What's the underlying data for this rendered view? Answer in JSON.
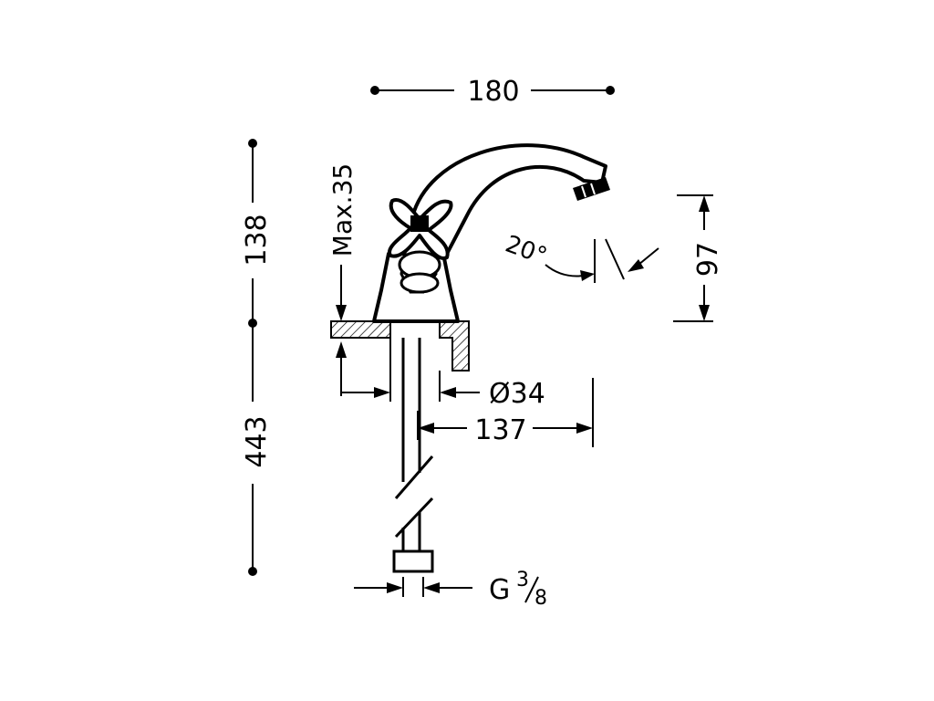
{
  "dimensions": {
    "width_top": "180",
    "height_upper": "138",
    "height_lower": "443",
    "max_deck": "Max.35",
    "spout_height": "97",
    "angle": "20°",
    "hole_diameter": "Ø34",
    "reach": "137",
    "thread_prefix": "G",
    "thread_num": "3",
    "thread_den": "8"
  }
}
